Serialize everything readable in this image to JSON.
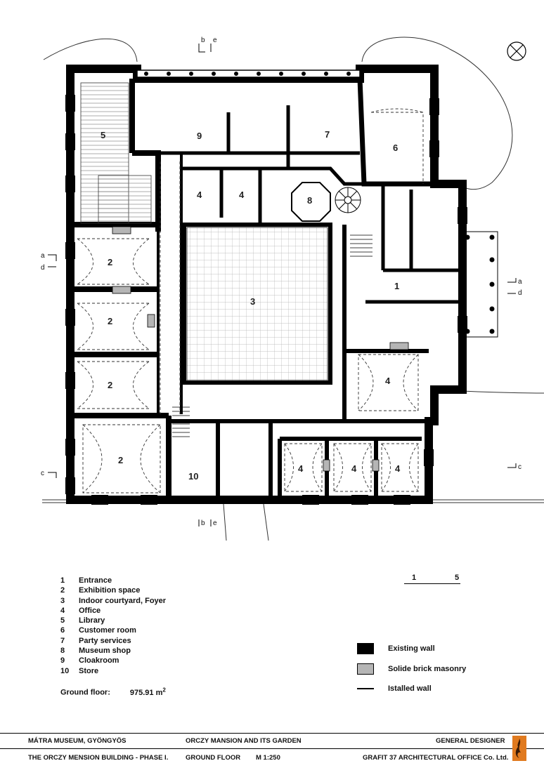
{
  "rooms": [
    {
      "number": "1",
      "name": "Entrance"
    },
    {
      "number": "2",
      "name": "Exhibition space"
    },
    {
      "number": "3",
      "name": "Indoor courtyard, Foyer"
    },
    {
      "number": "4",
      "name": "Office"
    },
    {
      "number": "5",
      "name": "Library"
    },
    {
      "number": "6",
      "name": "Customer room"
    },
    {
      "number": "7",
      "name": "Party services"
    },
    {
      "number": "8",
      "name": "Museum shop"
    },
    {
      "number": "9",
      "name": "Cloakroom"
    },
    {
      "number": "10",
      "name": "Store"
    }
  ],
  "plan_labels": {
    "r1": "1",
    "r2": "2",
    "r3": "3",
    "r4": "4",
    "r5": "5",
    "r6": "6",
    "r7": "7",
    "r8": "8",
    "r9": "9",
    "r10": "10"
  },
  "section_marks": {
    "a": "a",
    "b": "b",
    "c": "c",
    "d": "d",
    "e": "e"
  },
  "area": {
    "label": "Ground floor:",
    "value": "975.91 m",
    "unit_sup": "2"
  },
  "wall_legend": [
    {
      "label": "Existing wall",
      "style": "solid",
      "color": "#000000"
    },
    {
      "label": "Solide brick masonry",
      "style": "gray",
      "color": "#b5b5b5"
    },
    {
      "label": "Istalled wall",
      "style": "line",
      "color": "#000000"
    }
  ],
  "scale_bar": {
    "start": "1",
    "end": "5"
  },
  "footer": {
    "top_left": "MÁTRA MUSEUM, GYÖNGYÖS",
    "top_center": "ORCZY MANSION AND ITS GARDEN",
    "top_right": "GENERAL DESIGNER",
    "bottom_left": "THE ORCZY MENSION BUILDING - PHASE I.",
    "bottom_center": "GROUND FLOOR",
    "bottom_scale": "M 1:250",
    "bottom_right": "GRAFIT 37 ARCHITECTURAL OFFICE Co. Ltd."
  },
  "colors": {
    "wall": "#000000",
    "brick": "#b5b5b5",
    "logo": "#e07a1f"
  }
}
